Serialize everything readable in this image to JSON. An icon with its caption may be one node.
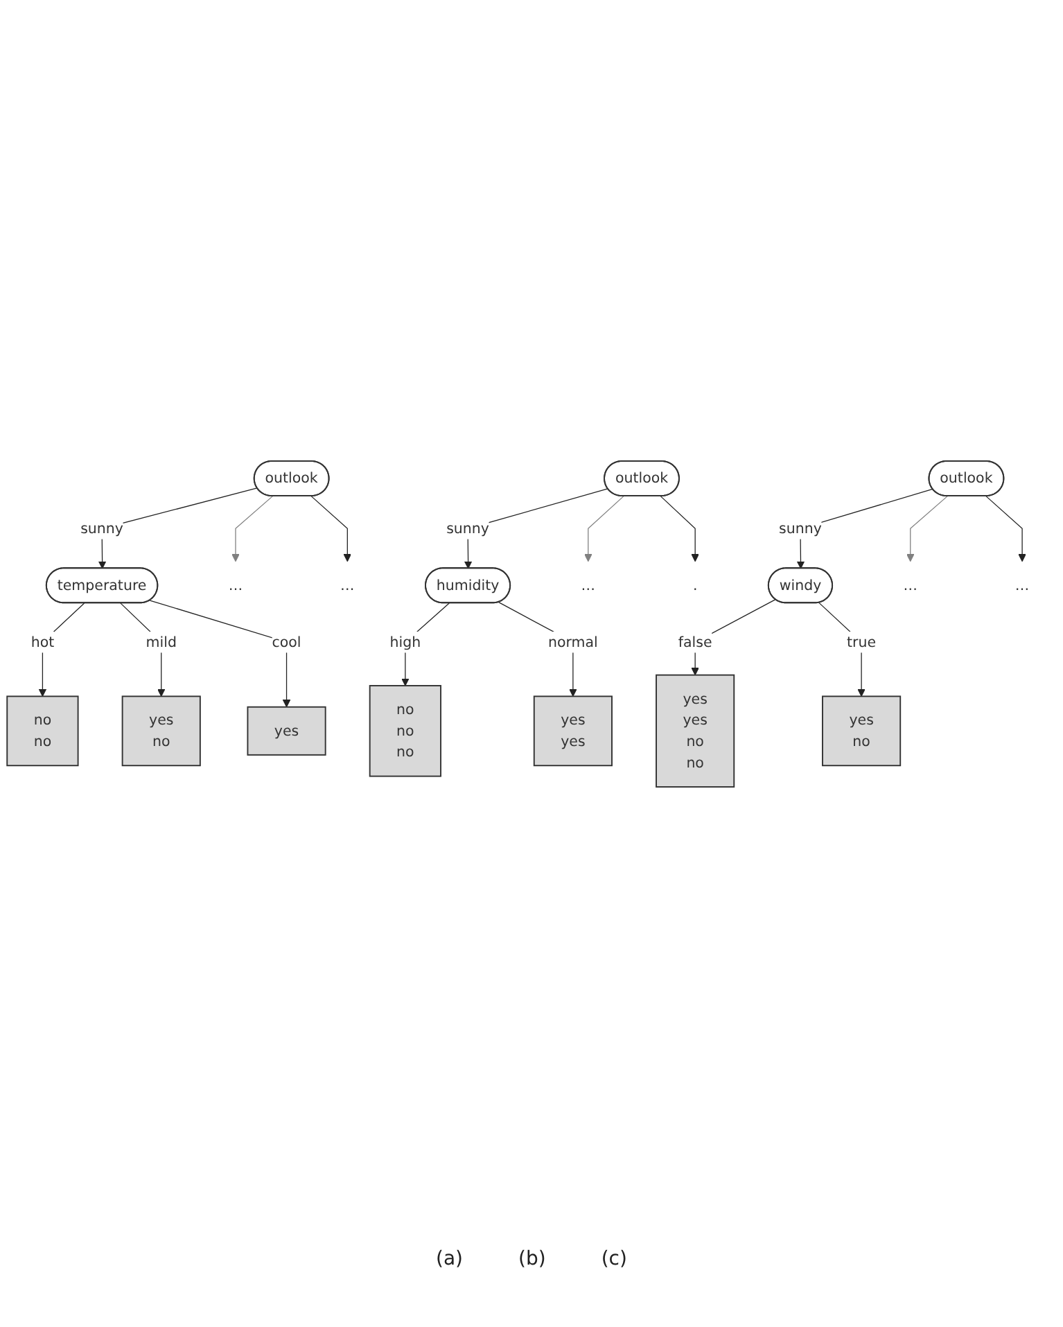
{
  "diagram": {
    "nodes": [
      {
        "text": [
          "outlook"
        ]
      },
      {
        "text": [
          "temperature"
        ]
      },
      {
        "text": [
          "…"
        ]
      },
      {
        "text": [
          "…"
        ]
      },
      {
        "text": [
          "no",
          "no"
        ]
      },
      {
        "text": [
          "yes",
          "no"
        ]
      },
      {
        "text": [
          "yes"
        ]
      },
      {
        "text": [
          "outlook"
        ]
      },
      {
        "text": [
          "humidity"
        ]
      },
      {
        "text": [
          "…"
        ]
      },
      {
        "text": [
          "."
        ]
      },
      {
        "text": [
          "no",
          "no",
          "no"
        ]
      },
      {
        "text": [
          "yes",
          "yes"
        ]
      },
      {
        "text": [
          "outlook"
        ]
      },
      {
        "text": [
          "windy"
        ]
      },
      {
        "text": [
          "…"
        ]
      },
      {
        "text": [
          "…"
        ]
      },
      {
        "text": [
          "yes",
          "yes",
          "no",
          "no"
        ]
      },
      {
        "text": [
          "yes",
          "no"
        ]
      }
    ],
    "edges": [
      {
        "from": 0,
        "to": 1,
        "arrow": "to",
        "label": "sunny"
      },
      {
        "from": 0,
        "to": 2,
        "arrow": "to",
        "color": "#808080"
      },
      {
        "from": 0,
        "to": 3,
        "arrow": "to"
      },
      {
        "from": 1,
        "to": 4,
        "arrow": "to",
        "label": "hot"
      },
      {
        "from": 1,
        "to": 5,
        "arrow": "to",
        "label": "mild"
      },
      {
        "from": 1,
        "to": 6,
        "arrow": "to",
        "label": "cool"
      },
      {
        "from": 7,
        "to": 8,
        "arrow": "to",
        "label": "sunny"
      },
      {
        "from": 7,
        "to": 9,
        "arrow": "to",
        "color": "#808080"
      },
      {
        "from": 7,
        "to": 10,
        "arrow": "to"
      },
      {
        "from": 8,
        "to": 11,
        "arrow": "to",
        "label": "high"
      },
      {
        "from": 8,
        "to": 12,
        "arrow": "to",
        "label": "normal"
      },
      {
        "from": 13,
        "to": 14,
        "arrow": "to",
        "label": "sunny"
      },
      {
        "from": 13,
        "to": 15,
        "arrow": "to",
        "color": "#808080"
      },
      {
        "from": 13,
        "to": 16,
        "arrow": "to"
      },
      {
        "from": 14,
        "to": 17,
        "arrow": "to",
        "label": "false"
      },
      {
        "from": 14,
        "to": 18,
        "arrow": "to",
        "label": "true"
      }
    ],
    "labels": [
      "(a)",
      "(b)",
      "(c)"
    ]
  }
}
